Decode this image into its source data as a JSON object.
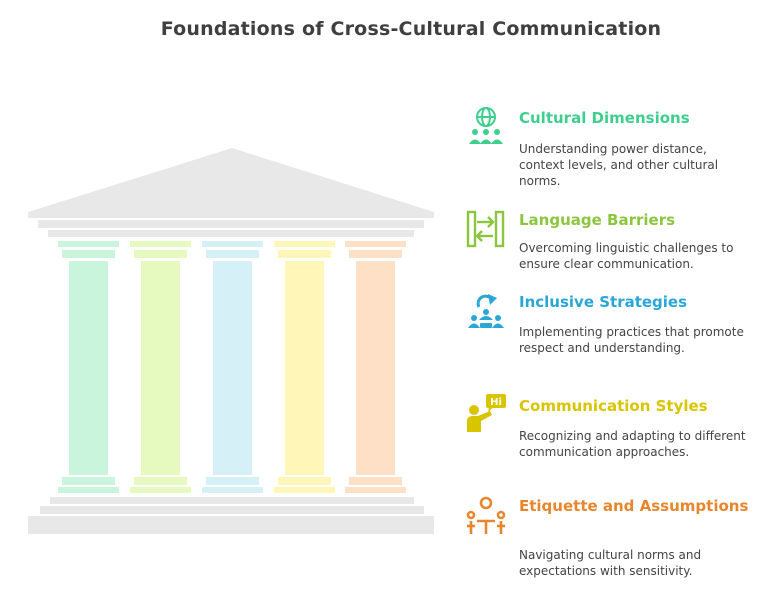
{
  "title": "Foundations of Cross-Cultural Communication",
  "colors": {
    "cultural": "#3ecf8e",
    "language": "#8cc63f",
    "inclusive": "#2aa7d6",
    "communication": "#d9c400",
    "etiquette": "#e8862e",
    "temple_gray": "#e8e8e8",
    "pillar_1": "#c8f5dc",
    "pillar_2": "#e6fac0",
    "pillar_3": "#d6f0f8",
    "pillar_4": "#fff6b8",
    "pillar_5": "#fde0c6"
  },
  "items": [
    {
      "heading": "Cultural Dimensions",
      "description": "Understanding power distance, context levels, and other cultural norms.",
      "icon": "globe-people-icon"
    },
    {
      "heading": "Language Barriers",
      "description": "Overcoming linguistic challenges to ensure clear communication.",
      "icon": "translation-arrows-icon"
    },
    {
      "heading": "Inclusive Strategies",
      "description": "Implementing practices that promote respect and understanding.",
      "icon": "inclusive-group-icon"
    },
    {
      "heading": "Communication Styles",
      "description": "Recognizing and adapting to different communication approaches.",
      "icon": "speech-bubble-person-icon"
    },
    {
      "heading": "Etiquette and Assumptions",
      "description": "Navigating cultural norms and expectations with sensitivity.",
      "icon": "meeting-table-icon"
    }
  ],
  "speech_bubble_text": "Hi"
}
